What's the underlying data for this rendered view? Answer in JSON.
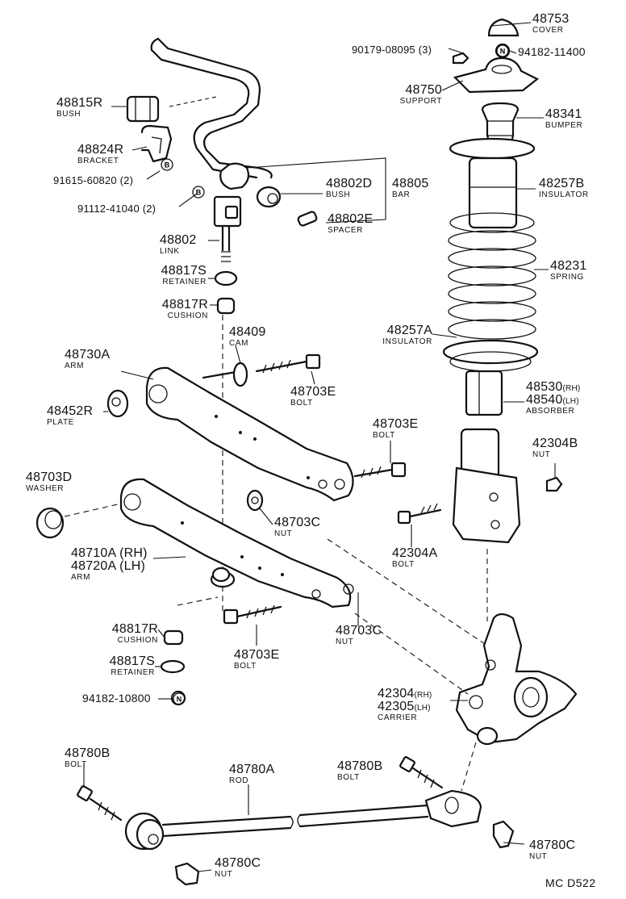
{
  "parts": {
    "p48753": {
      "number": "48753",
      "name": "COVER"
    },
    "p90179": {
      "number": "90179-08095 (3)",
      "name": ""
    },
    "p94182a": {
      "number": "94182-11400",
      "name": ""
    },
    "p48750": {
      "number": "48750",
      "name": "SUPPORT"
    },
    "p48341": {
      "number": "48341",
      "name": "BUMPER"
    },
    "p48815": {
      "number": "48815R",
      "name": "BUSH"
    },
    "p48824": {
      "number": "48824R",
      "name": "BRACKET"
    },
    "p91615": {
      "number": "91615-60820 (2)",
      "name": ""
    },
    "p48257b": {
      "number": "48257B",
      "name": "INSULATOR"
    },
    "p48802d": {
      "number": "48802D",
      "name": "BUSH"
    },
    "p48805": {
      "number": "48805",
      "name": "BAR"
    },
    "p91112": {
      "number": "91112-41040 (2)",
      "name": ""
    },
    "p48802e": {
      "number": "48802E",
      "name": "SPACER"
    },
    "p48802": {
      "number": "48802",
      "name": "LINK"
    },
    "p48231": {
      "number": "48231",
      "name": "SPRING"
    },
    "p48817s1": {
      "number": "48817S",
      "name": "RETAINER"
    },
    "p48817r1": {
      "number": "48817R",
      "name": "CUSHION"
    },
    "p48409": {
      "number": "48409",
      "name": "CAM"
    },
    "p48257a": {
      "number": "48257A",
      "name": "INSULATOR"
    },
    "p48730a": {
      "number": "48730A",
      "name": "ARM"
    },
    "p48703e1": {
      "number": "48703E",
      "name": "BOLT"
    },
    "p48530": {
      "number": "48530",
      "suffix": "(RH)"
    },
    "p48540": {
      "number": "48540",
      "suffix": "(LH)",
      "name": "ABSORBER"
    },
    "p48452": {
      "number": "48452R",
      "name": "PLATE"
    },
    "p48703e2": {
      "number": "48703E",
      "name": "BOLT"
    },
    "p42304b": {
      "number": "42304B",
      "name": "NUT"
    },
    "p48703d": {
      "number": "48703D",
      "name": "WASHER"
    },
    "p48703c1": {
      "number": "48703C",
      "name": "NUT"
    },
    "p42304a": {
      "number": "42304A",
      "name": "BOLT"
    },
    "p48710a": {
      "number": "48710A (RH)"
    },
    "p48720a": {
      "number": "48720A (LH)",
      "name": "ARM"
    },
    "p48817r2": {
      "number": "48817R",
      "name": "CUSHION"
    },
    "p48703c2": {
      "number": "48703C",
      "name": "NUT"
    },
    "p48703e3": {
      "number": "48703E",
      "name": "BOLT"
    },
    "p48817s2": {
      "number": "48817S",
      "name": "RETAINER"
    },
    "p94182b": {
      "number": "94182-10800",
      "name": ""
    },
    "p42304": {
      "number": "42304",
      "suffix": "(RH)"
    },
    "p42305": {
      "number": "42305",
      "suffix": "(LH)",
      "name": "CARRIER"
    },
    "p48780b1": {
      "number": "48780B",
      "name": "BOLT"
    },
    "p48780a": {
      "number": "48780A",
      "name": "ROD"
    },
    "p48780b2": {
      "number": "48780B",
      "name": "BOLT"
    },
    "p48780c1": {
      "number": "48780C",
      "name": "NUT"
    },
    "p48780c2": {
      "number": "48780C",
      "name": "NUT"
    }
  },
  "badges": {
    "n": "N",
    "b": "B"
  },
  "diagram_code": "MC  D522"
}
